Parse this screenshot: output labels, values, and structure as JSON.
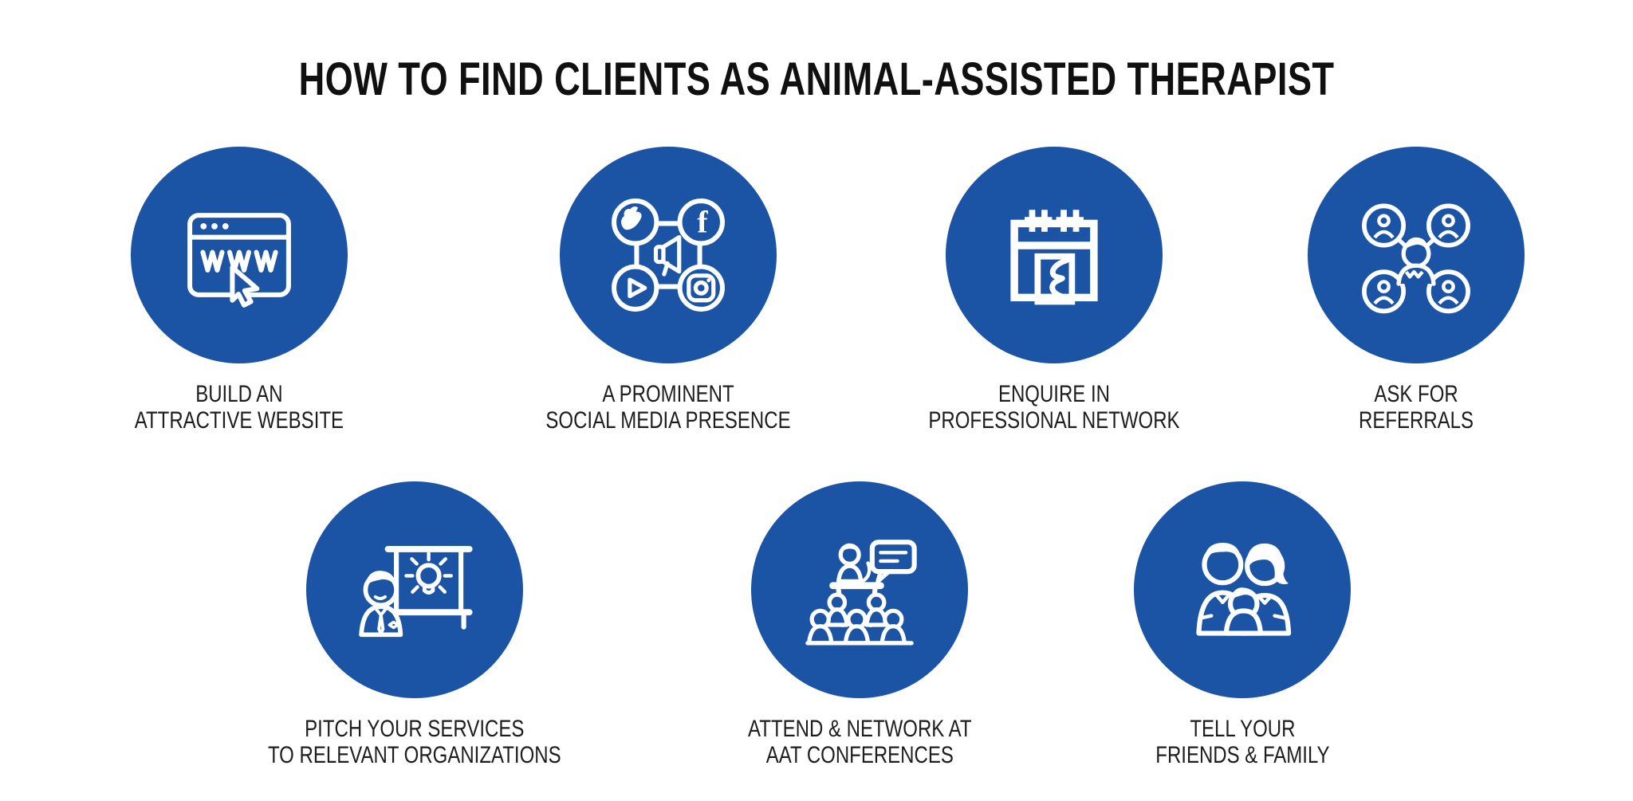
{
  "page": {
    "title": "HOW TO FIND CLIENTS AS ANIMAL-ASSISTED THERAPIST"
  },
  "theme": {
    "circle_color": "#1B53A5",
    "icon_color": "#FFFFFF",
    "title_color": "#101010",
    "label_color": "#1D1D1D",
    "background_color": "#FFFFFF"
  },
  "items": [
    {
      "id": "build-website",
      "icon": "website-www-cursor-icon",
      "label_line1": "BUILD AN",
      "label_line2": "ATTRACTIVE WEBSITE"
    },
    {
      "id": "social-media",
      "icon": "social-media-network-icon",
      "label_line1": "A PROMINENT",
      "label_line2": "SOCIAL MEDIA PRESENCE"
    },
    {
      "id": "professional-network",
      "icon": "calendar-open-door-icon",
      "label_line1": "ENQUIRE IN",
      "label_line2": "PROFESSIONAL NETWORK"
    },
    {
      "id": "referrals",
      "icon": "people-referral-network-icon",
      "label_line1": "ASK FOR",
      "label_line2": "REFERRALS"
    },
    {
      "id": "pitch-services",
      "icon": "presenter-lightbulb-board-icon",
      "label_line1": "PITCH YOUR SERVICES",
      "label_line2": "TO RELEVANT ORGANIZATIONS"
    },
    {
      "id": "conferences",
      "icon": "speaker-podium-audience-icon",
      "label_line1": "ATTEND & NETWORK AT",
      "label_line2": "AAT CONFERENCES"
    },
    {
      "id": "friends-family",
      "icon": "family-icon",
      "label_line1": "TELL YOUR",
      "label_line2": "FRIENDS & FAMILY"
    }
  ]
}
